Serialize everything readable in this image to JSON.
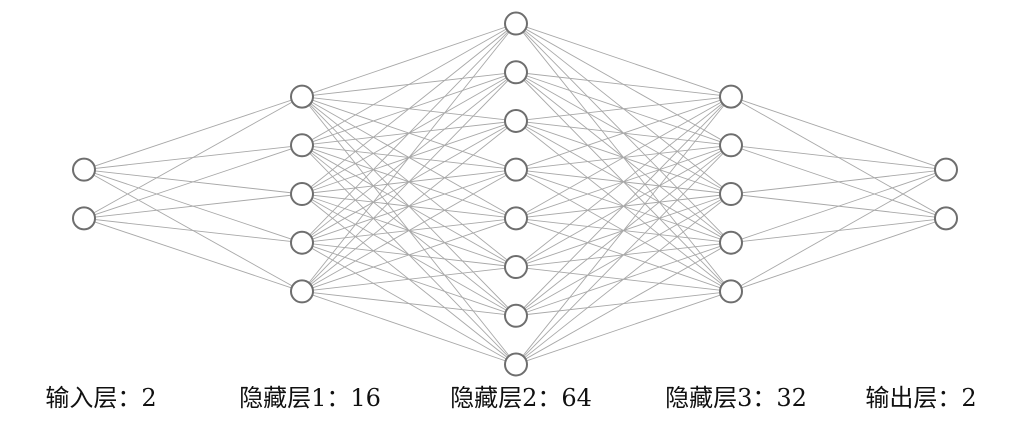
{
  "diagram": {
    "type": "neural-network-architecture",
    "connectivity": "fully-connected-adjacent-layers",
    "layers": [
      {
        "id": "input",
        "label": "输入层",
        "neurons": 2,
        "displayed_nodes": 2,
        "label_full": "输入层：2"
      },
      {
        "id": "hidden1",
        "label": "隐藏层1",
        "neurons": 16,
        "displayed_nodes": 5,
        "label_full": "隐藏层1：16"
      },
      {
        "id": "hidden2",
        "label": "隐藏层2",
        "neurons": 64,
        "displayed_nodes": 8,
        "label_full": "隐藏层2：64"
      },
      {
        "id": "hidden3",
        "label": "隐藏层3",
        "neurons": 32,
        "displayed_nodes": 5,
        "label_full": "隐藏层3：32"
      },
      {
        "id": "output",
        "label": "输出层",
        "neurons": 2,
        "displayed_nodes": 2,
        "label_full": "输出层：2"
      }
    ],
    "colors": {
      "node_stroke": "#6e6e6e",
      "node_fill": "#ffffff",
      "edge": "#a8a8a8",
      "label_text": "#111111",
      "background": "#ffffff"
    }
  }
}
